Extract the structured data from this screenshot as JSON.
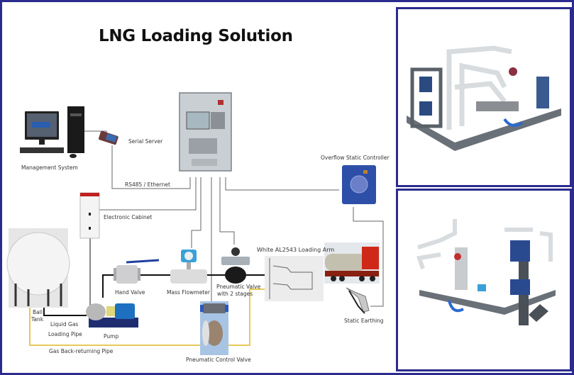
{
  "title": "LNG Loading Solution",
  "colors": {
    "border": "#2b2b8f",
    "signal_line": "#555555",
    "liquid_pipe": "#111111",
    "gas_return_pipe": "#e8c85a"
  },
  "components": {
    "management_system": "Management System",
    "serial_server": "Serial Server",
    "rs485_ethernet": "RS485 / Ethernet",
    "electronic_cabinet": "Electronic Cabinet",
    "overflow_static_controller": "Overflow Static Controller",
    "ball_tank_line1": "Ball",
    "ball_tank_line2": "Tank",
    "liquid_gas": "Liquid Gas",
    "loading_pipe": "Loading Pipe",
    "pump": "Pump",
    "hand_valve": "Hand Valve",
    "mass_flowmeter": "Mass Flowmeter",
    "pneumatic_valve_line1": "Pneumatic Valve",
    "pneumatic_valve_line2": "with 2 stages",
    "loading_arm": "White AL2543 Loading Arm",
    "static_earthing": "Static Earthing",
    "gas_back_returning_pipe": "Gas Back-returning Pipe",
    "pneumatic_control_valve": "Pneumatic Control Valve"
  },
  "photos": {
    "top": "loading skid photo (view 1)",
    "bottom": "loading skid photo (view 2)"
  }
}
